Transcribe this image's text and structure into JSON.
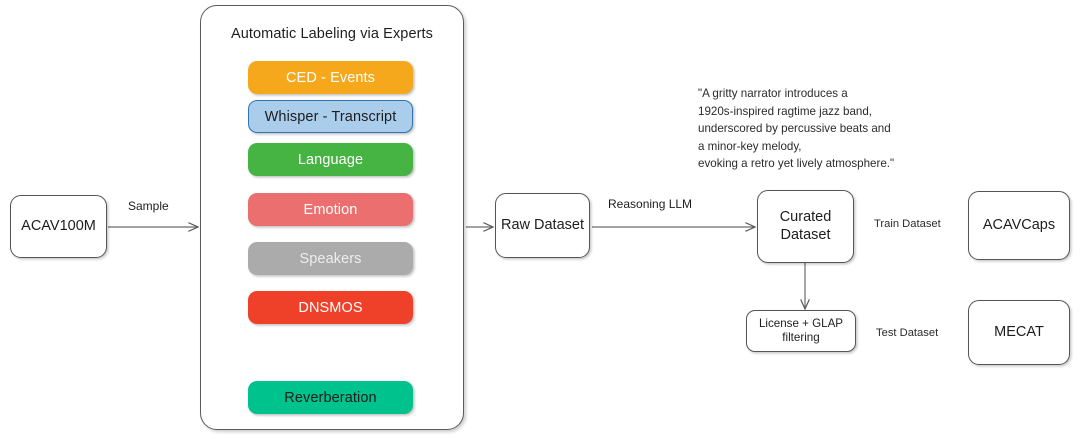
{
  "diagram": {
    "title_hidden": "",
    "source_node": {
      "label": "ACAV100M"
    },
    "expert_box": {
      "title": "Automatic Labeling via Experts",
      "pills": [
        {
          "label": "CED - Events",
          "bg": "#F5A81C",
          "fg": "#ffffff",
          "border": "none"
        },
        {
          "label": "Whisper - Transcript",
          "bg": "#AACDEC",
          "fg": "#1d1d1d",
          "border": "#2E74B5"
        },
        {
          "label": "Language",
          "bg": "#46B443",
          "fg": "#ffffff",
          "border": "none"
        },
        {
          "label": "Emotion",
          "bg": "#EC6F6F",
          "fg": "#ffffff",
          "border": "none"
        },
        {
          "label": "Speakers",
          "bg": "#ABABAB",
          "fg": "#ededed",
          "border": "none"
        },
        {
          "label": "DNSMOS",
          "bg": "#EF412A",
          "fg": "#ffffff",
          "border": "none"
        },
        {
          "label": "Reverberation",
          "bg": "#00C28C",
          "fg": "#1d1d1d",
          "border": "none"
        }
      ]
    },
    "raw_dataset": {
      "label": "Raw Dataset"
    },
    "curated_dataset": {
      "label": "Curated\nDataset"
    },
    "filtering": {
      "label": "License + GLAP\nfiltering"
    },
    "acavcaps": {
      "label": "ACAVCaps"
    },
    "mecat": {
      "label": "MECAT"
    },
    "edges": {
      "sample": "Sample",
      "reasoning_llm": "Reasoning LLM",
      "train_dataset": "Train Dataset",
      "test_dataset": "Test Dataset"
    },
    "caption_quote": "\"A gritty narrator introduces a\n1920s-inspired ragtime jazz band,\nunderscored by percussive beats and\na minor-key melody,\nevoking a retro yet lively atmosphere.\""
  }
}
